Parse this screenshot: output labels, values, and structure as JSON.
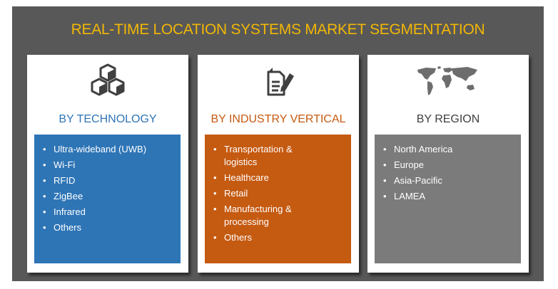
{
  "title": "REAL-TIME  LOCATION SYSTEMS MARKET SEGMENTATION",
  "colors": {
    "background_panel": "#585858",
    "title": "#f2b705",
    "technology": "#2e75b6",
    "industry": "#c55a11",
    "region": "#7b7b7b"
  },
  "cards": [
    {
      "icon": "cubes-icon",
      "heading": "BY TECHNOLOGY",
      "items": [
        "Ultra-wideband (UWB)",
        "Wi-Fi",
        "RFID",
        "ZigBee",
        "Infrared",
        "Others"
      ]
    },
    {
      "icon": "document-edit-icon",
      "heading": "BY INDUSTRY VERTICAL",
      "items": [
        "Transportation & logistics",
        "Healthcare",
        "Retail",
        "Manufacturing & processing",
        "Others"
      ]
    },
    {
      "icon": "world-map-icon",
      "heading": "BY REGION",
      "items": [
        "North America",
        "Europe",
        "Asia-Pacific",
        "LAMEA"
      ]
    }
  ]
}
